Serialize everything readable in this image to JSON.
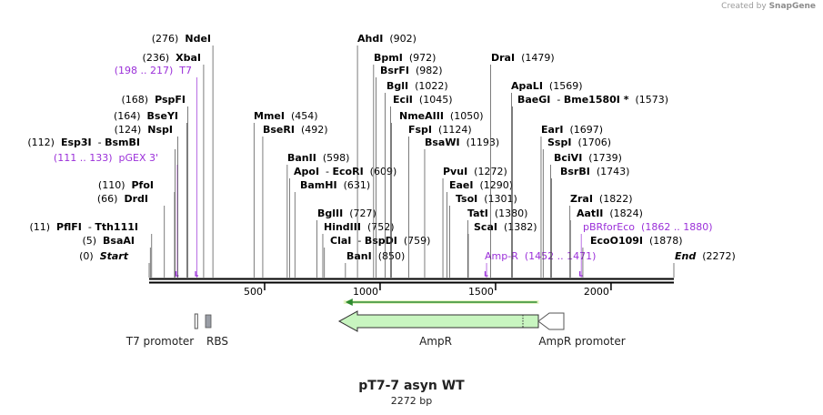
{
  "app": {
    "credit_prefix": "Created by",
    "credit_brand": "SnapGene"
  },
  "map": {
    "name": "pT7-7 asyn WT",
    "length_label": "2272 bp",
    "length": 2272,
    "ticks": [
      500,
      1000,
      1500,
      2000
    ],
    "colors": {
      "enzyme": "#000000",
      "primer": "#9b30d9",
      "ampr_fill": "#c8f5c0",
      "feature_outline": "#555555",
      "rbs_fill": "#9a9ea6",
      "arrow_green": "#2e8b2e"
    }
  },
  "labels": [
    {
      "kind": "enzyme",
      "pos": 0,
      "name": "Start",
      "num": "(0)",
      "side": "right",
      "style": "italic-bold"
    },
    {
      "kind": "enzyme",
      "pos": 5,
      "name": "BsaAI",
      "num": "(5)",
      "side": "right"
    },
    {
      "kind": "enzyme",
      "pos": 11,
      "name": "PflFI",
      "name2": "Tth111I",
      "num": "(11)",
      "side": "right"
    },
    {
      "kind": "enzyme",
      "pos": 66,
      "name": "DrdI",
      "num": "(66)",
      "side": "right"
    },
    {
      "kind": "enzyme",
      "pos": 110,
      "name": "PfoI",
      "num": "(110)",
      "side": "right"
    },
    {
      "kind": "primer",
      "pos": 122,
      "name": "pGEX 3'",
      "num": "(111 .. 133)",
      "side": "right"
    },
    {
      "kind": "enzyme",
      "pos": 112,
      "name": "Esp3I",
      "name2": "BsmBI",
      "num": "(112)",
      "side": "right"
    },
    {
      "kind": "enzyme",
      "pos": 124,
      "name": "NspI",
      "num": "(124)",
      "side": "right"
    },
    {
      "kind": "enzyme",
      "pos": 164,
      "name": "BseYI",
      "num": "(164)",
      "side": "right"
    },
    {
      "kind": "enzyme",
      "pos": 168,
      "name": "PspFI",
      "num": "(168)",
      "side": "right"
    },
    {
      "kind": "primer",
      "pos": 207,
      "name": "T7",
      "num": "(198 .. 217)",
      "side": "right"
    },
    {
      "kind": "enzyme",
      "pos": 236,
      "name": "XbaI",
      "num": "(236)",
      "side": "right"
    },
    {
      "kind": "enzyme",
      "pos": 276,
      "name": "NdeI",
      "num": "(276)",
      "side": "right"
    },
    {
      "kind": "enzyme",
      "pos": 454,
      "name": "MmeI",
      "num": "(454)",
      "side": "left"
    },
    {
      "kind": "enzyme",
      "pos": 492,
      "name": "BseRI",
      "num": "(492)",
      "side": "left"
    },
    {
      "kind": "enzyme",
      "pos": 598,
      "name": "BanII",
      "num": "(598)",
      "side": "left"
    },
    {
      "kind": "enzyme",
      "pos": 609,
      "name": "ApoI",
      "name2": "EcoRI",
      "num": "(609)",
      "side": "left"
    },
    {
      "kind": "enzyme",
      "pos": 631,
      "name": "BamHI",
      "num": "(631)",
      "side": "left"
    },
    {
      "kind": "enzyme",
      "pos": 727,
      "name": "BglII",
      "num": "(727)",
      "side": "left"
    },
    {
      "kind": "enzyme",
      "pos": 752,
      "name": "HindIII",
      "num": "(752)",
      "side": "left"
    },
    {
      "kind": "enzyme",
      "pos": 759,
      "name": "ClaI",
      "name2": "BspDI",
      "num": "(759)",
      "side": "left"
    },
    {
      "kind": "enzyme",
      "pos": 850,
      "name": "BanI",
      "num": "(850)",
      "side": "left"
    },
    {
      "kind": "enzyme",
      "pos": 902,
      "name": "AhdI",
      "num": "(902)",
      "side": "left"
    },
    {
      "kind": "enzyme",
      "pos": 972,
      "name": "BpmI",
      "num": "(972)",
      "side": "left"
    },
    {
      "kind": "enzyme",
      "pos": 982,
      "name": "BsrFI",
      "num": "(982)",
      "side": "left"
    },
    {
      "kind": "enzyme",
      "pos": 1022,
      "name": "BglI",
      "num": "(1022)",
      "side": "left"
    },
    {
      "kind": "enzyme",
      "pos": 1045,
      "name": "EciI",
      "num": "(1045)",
      "side": "left"
    },
    {
      "kind": "enzyme",
      "pos": 1050,
      "name": "NmeAIII",
      "num": "(1050)",
      "side": "left"
    },
    {
      "kind": "enzyme",
      "pos": 1124,
      "name": "FspI",
      "num": "(1124)",
      "side": "left"
    },
    {
      "kind": "enzyme",
      "pos": 1193,
      "name": "BsaWI",
      "num": "(1193)",
      "side": "left"
    },
    {
      "kind": "enzyme",
      "pos": 1272,
      "name": "PvuI",
      "num": "(1272)",
      "side": "left"
    },
    {
      "kind": "enzyme",
      "pos": 1290,
      "name": "EaeI",
      "num": "(1290)",
      "side": "left"
    },
    {
      "kind": "enzyme",
      "pos": 1301,
      "name": "TsoI",
      "num": "(1301)",
      "side": "left"
    },
    {
      "kind": "enzyme",
      "pos": 1380,
      "name": "TatI",
      "num": "(1380)",
      "side": "left"
    },
    {
      "kind": "enzyme",
      "pos": 1382,
      "name": "ScaI",
      "num": "(1382)",
      "side": "left"
    },
    {
      "kind": "primer",
      "pos": 1461,
      "name": "Amp-R",
      "num": "(1452 .. 1471)",
      "side": "left"
    },
    {
      "kind": "enzyme",
      "pos": 1479,
      "name": "DraI",
      "num": "(1479)",
      "side": "left"
    },
    {
      "kind": "enzyme",
      "pos": 1569,
      "name": "ApaLI",
      "num": "(1569)",
      "side": "left"
    },
    {
      "kind": "enzyme",
      "pos": 1573,
      "name": "BaeGI",
      "name2": "Bme1580I *",
      "num": "(1573)",
      "side": "left"
    },
    {
      "kind": "enzyme",
      "pos": 1697,
      "name": "EarI",
      "num": "(1697)",
      "side": "left"
    },
    {
      "kind": "enzyme",
      "pos": 1706,
      "name": "SspI",
      "num": "(1706)",
      "side": "left"
    },
    {
      "kind": "enzyme",
      "pos": 1739,
      "name": "BciVI",
      "num": "(1739)",
      "side": "left"
    },
    {
      "kind": "enzyme",
      "pos": 1743,
      "name": "BsrBI",
      "num": "(1743)",
      "side": "left"
    },
    {
      "kind": "enzyme",
      "pos": 1822,
      "name": "ZraI",
      "num": "(1822)",
      "side": "left"
    },
    {
      "kind": "enzyme",
      "pos": 1824,
      "name": "AatII",
      "num": "(1824)",
      "side": "left"
    },
    {
      "kind": "primer",
      "pos": 1871,
      "name": "pBRforEco",
      "num": "(1862 .. 1880)",
      "side": "left"
    },
    {
      "kind": "enzyme",
      "pos": 1878,
      "name": "EcoO109I",
      "num": "(1878)",
      "side": "left"
    },
    {
      "kind": "enzyme",
      "pos": 2272,
      "name": "End",
      "num": "(2272)",
      "side": "left",
      "style": "italic-bold"
    }
  ],
  "features": [
    {
      "name": "T7 promoter",
      "kind": "promoter",
      "start": 198,
      "end": 217,
      "direction": "forward"
    },
    {
      "name": "RBS",
      "kind": "rbs",
      "start": 243,
      "end": 268
    },
    {
      "name": "AmpR",
      "kind": "cds",
      "start": 820,
      "end": 1680,
      "direction": "reverse"
    },
    {
      "name": "AmpR promoter",
      "kind": "promoter",
      "start": 1680,
      "end": 1785,
      "direction": "reverse"
    }
  ],
  "translation": {
    "start": 830,
    "end": 1680,
    "direction": "reverse"
  }
}
